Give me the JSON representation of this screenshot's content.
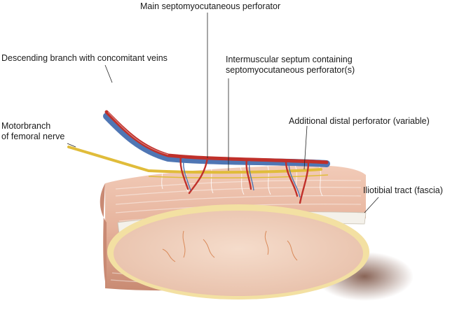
{
  "labels": {
    "main_perforator": "Main septomyocutaneous perforator",
    "descending_branch": "Descending branch with concomitant veins",
    "septum_line1": "Intermuscular septum containing",
    "septum_line2": "septomyocutaneous perforator(s)",
    "motor_line1": "Motorbranch",
    "motor_line2": "of femoral nerve",
    "distal_perforator": "Additional distal perforator (variable)",
    "iliotibial": "Iliotibial tract (fascia)"
  },
  "colors": {
    "muscle": "#e8b8a4",
    "muscle_shade": "#c98a74",
    "cut_surface": "#f0d2c0",
    "cut_rim": "#f3e0a2",
    "artery": "#c0302a",
    "vein": "#4f76b4",
    "nerve": "#e0bc3a",
    "fascia": "#f4f1ea",
    "leader": "#222222"
  }
}
